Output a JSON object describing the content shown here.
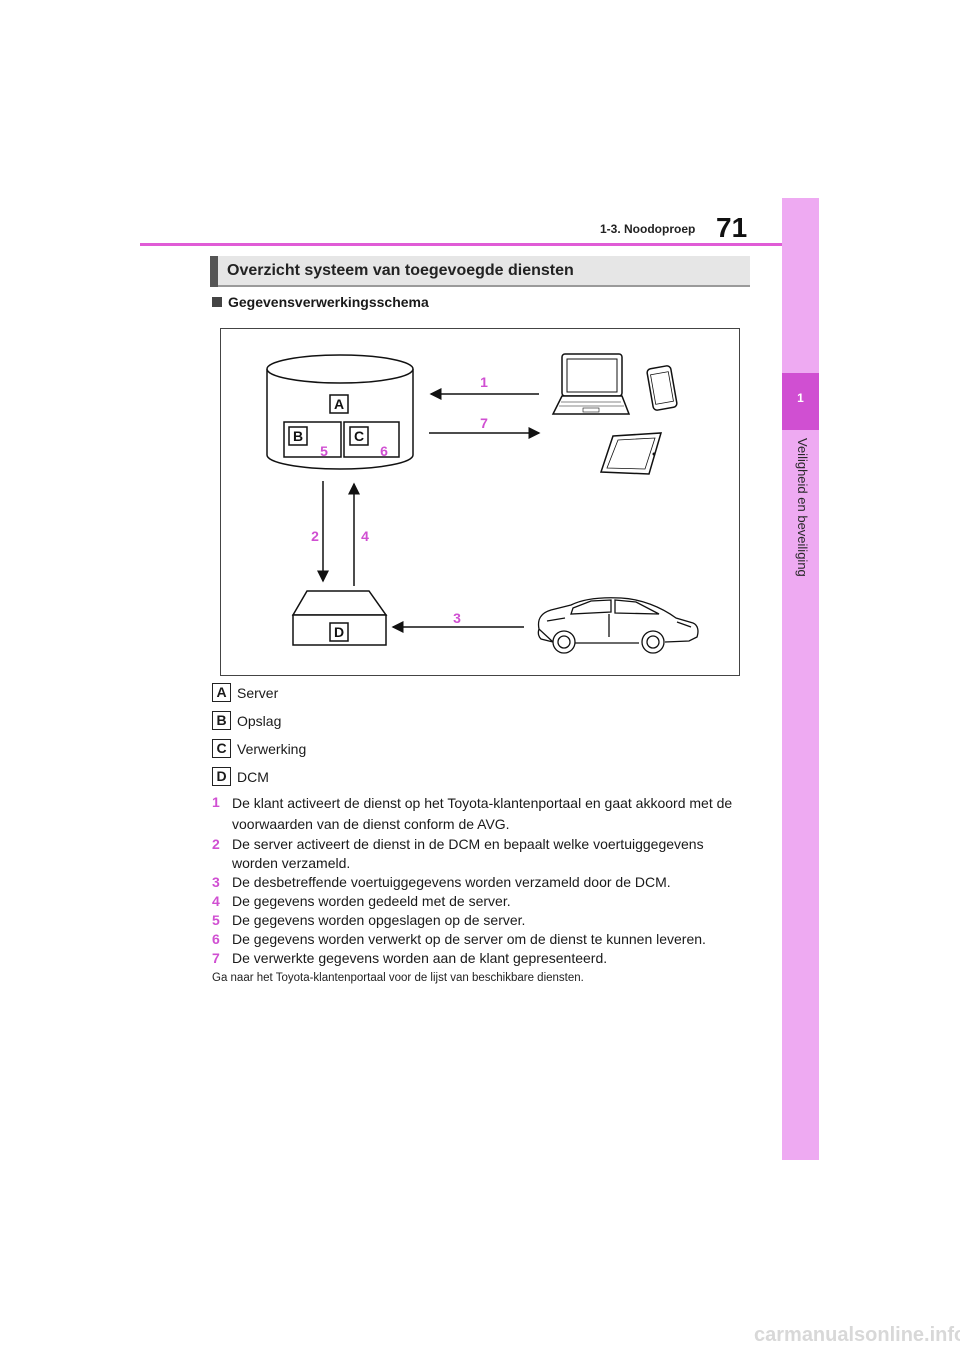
{
  "header": {
    "section_label": "1-3. Noodoproep",
    "page_number": "71"
  },
  "side_tab": {
    "number": "1",
    "label": "Veiligheid en beveiliging"
  },
  "section_title": "Overzicht systeem van toegevoegde diensten",
  "sub_heading": "Gegevensverwerkingsschema",
  "diagram": {
    "box_labels": {
      "a": "A",
      "b": "B",
      "c": "C",
      "d": "D"
    },
    "step_markers": [
      "1",
      "7",
      "5",
      "6",
      "2",
      "4",
      "3"
    ],
    "icons": [
      "laptop-icon",
      "smartphone-icon",
      "tablet-icon",
      "car-icon",
      "server-icon",
      "dcm-icon"
    ],
    "accent_color": "#d04fd2"
  },
  "legend": [
    {
      "key": "A",
      "label": "Server"
    },
    {
      "key": "B",
      "label": "Opslag"
    },
    {
      "key": "C",
      "label": "Verwerking"
    },
    {
      "key": "D",
      "label": "DCM"
    }
  ],
  "steps": [
    {
      "num": "1",
      "text": "De klant activeert de dienst op het Toyota-klantenportaal en gaat akkoord met de voorwaarden van de dienst conform de AVG."
    },
    {
      "num": "2",
      "text": "De server activeert de dienst in de DCM en bepaalt welke voertuiggegevens worden verzameld."
    },
    {
      "num": "3",
      "text": "De desbetreffende voertuiggegevens worden verzameld door de DCM."
    },
    {
      "num": "4",
      "text": "De gegevens worden gedeeld met de server."
    },
    {
      "num": "5",
      "text": "De gegevens worden opgeslagen op de server."
    },
    {
      "num": "6",
      "text": "De gegevens worden verwerkt op de server om de dienst te kunnen leveren."
    },
    {
      "num": "7",
      "text": "De verwerkte gegevens worden aan de klant gepresenteerd."
    }
  ],
  "footnote": "Ga naar het Toyota-klantenportaal voor de lijst van beschikbare diensten.",
  "watermark": "carmanualsonline.info"
}
